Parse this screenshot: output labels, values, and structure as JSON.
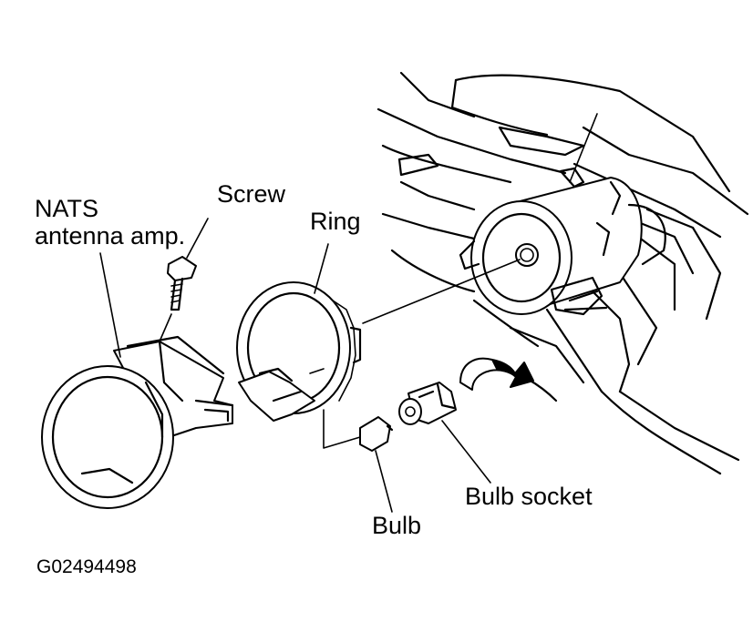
{
  "labels": {
    "nats_line1": "NATS",
    "nats_line2": "antenna amp.",
    "screw": "Screw",
    "ring": "Ring",
    "bulb": "Bulb",
    "bulb_socket": "Bulb socket",
    "figure_code": "G02494498"
  },
  "icons": {
    "arrow": "curved-arrow-icon"
  }
}
